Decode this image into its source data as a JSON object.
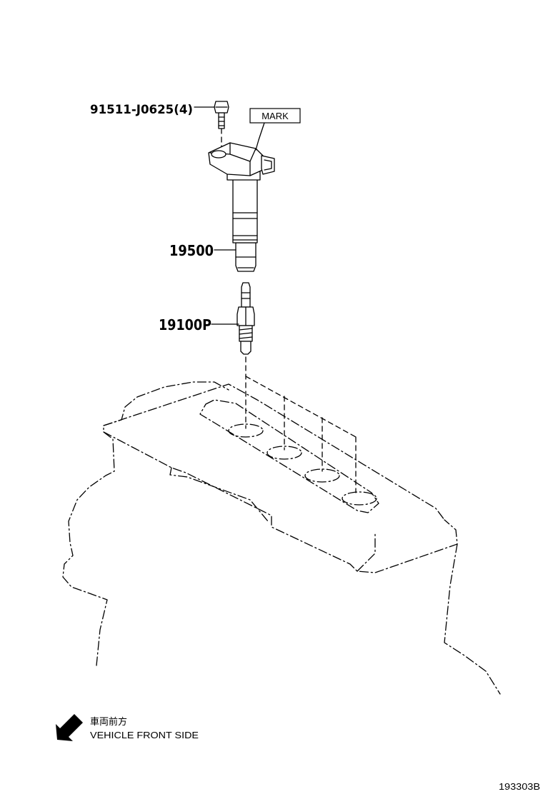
{
  "parts": {
    "bolt": {
      "number": "91511-J0625",
      "qty": "(4)"
    },
    "coil": {
      "number": "19500"
    },
    "spark_plug": {
      "number": "19100P"
    }
  },
  "mark_label": "MARK",
  "direction": {
    "label_jp": "車両前方",
    "label_en": "VEHICLE FRONT SIDE",
    "icon": "arrow-down-left-icon"
  },
  "figure_code": "193303B"
}
